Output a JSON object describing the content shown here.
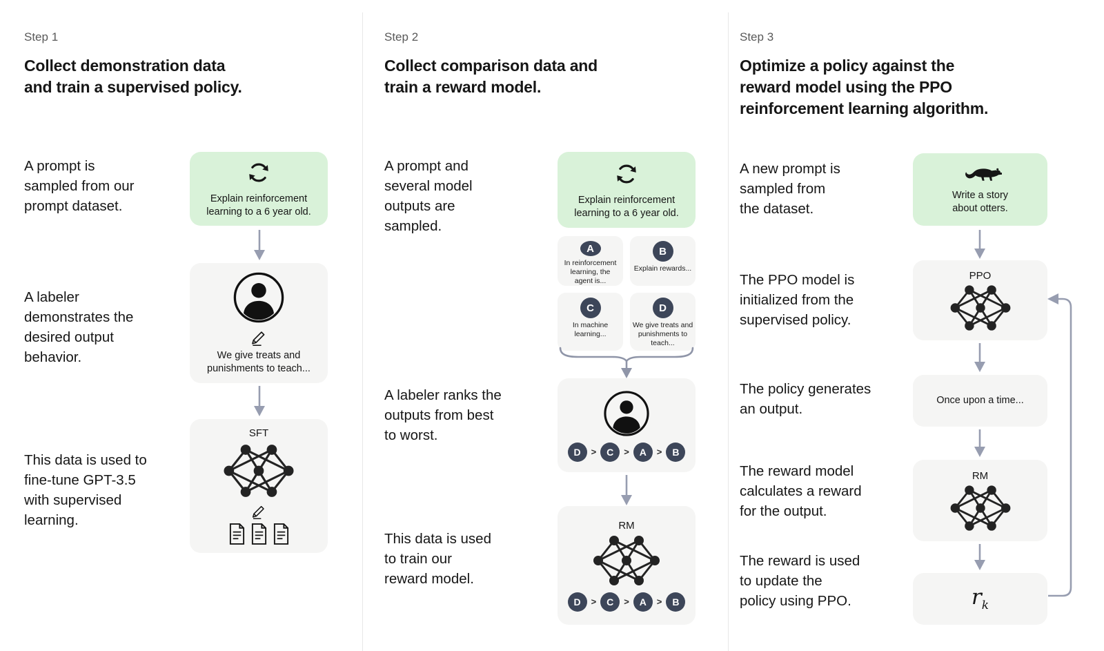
{
  "colors": {
    "prompt_box_bg": "#d9f2d9",
    "card_bg": "#f5f5f4",
    "rank_chip_bg": "#3d4659",
    "arrow": "#979db0",
    "heading_text": "#161616",
    "step_label_text": "#595959"
  },
  "rank_separator": ">",
  "steps": [
    {
      "label": "Step 1",
      "title": "Collect demonstration data\nand train a supervised policy.",
      "captions": [
        "A prompt is\nsampled from our\nprompt dataset.",
        "A labeler\ndemonstrates the\ndesired output\nbehavior.",
        "This data is used to\nfine-tune GPT-3.5\nwith supervised\nlearning."
      ],
      "prompt_box": {
        "icon": "cycle-icon",
        "text": "Explain reinforcement\nlearning to a 6 year old."
      },
      "labeler_box": {
        "icons": [
          "person-icon",
          "pencil-icon"
        ],
        "text": "We give treats and\npunishments to teach..."
      },
      "model_box": {
        "label": "SFT",
        "icons": [
          "network-icon",
          "pencil-icon",
          "documents-icon"
        ]
      }
    },
    {
      "label": "Step 2",
      "title": "Collect comparison data and\ntrain a reward model.",
      "captions": [
        "A prompt and\nseveral model\noutputs are\nsampled.",
        "A labeler ranks the\noutputs from best\nto worst.",
        "This data is used\nto train our\nreward model."
      ],
      "prompt_box": {
        "icon": "cycle-icon",
        "text": "Explain reinforcement\nlearning to a 6 year old."
      },
      "outputs": [
        {
          "id": "A",
          "text": "In reinforcement\nlearning, the\nagent is..."
        },
        {
          "id": "B",
          "text": "Explain rewards..."
        },
        {
          "id": "C",
          "text": "In machine\nlearning..."
        },
        {
          "id": "D",
          "text": "We give treats and\npunishments to\nteach..."
        }
      ],
      "ranking": [
        "D",
        "C",
        "A",
        "B"
      ],
      "model_box": {
        "label": "RM",
        "icons": [
          "network-icon"
        ]
      }
    },
    {
      "label": "Step 3",
      "title": "Optimize a policy against the\nreward model using the PPO\nreinforcement learning algorithm.",
      "captions": [
        "A new prompt is\nsampled from\nthe dataset.",
        "The PPO model is\ninitialized from the\nsupervised policy.",
        "The policy generates\nan output.",
        "The reward model\ncalculates a reward\nfor the output.",
        "The reward is used\nto update the\npolicy using PPO."
      ],
      "prompt_box": {
        "icon": "otter-icon",
        "text": "Write a story\nabout otters."
      },
      "ppo_box": {
        "label": "PPO"
      },
      "output_box": {
        "text": "Once upon a time..."
      },
      "rm_box": {
        "label": "RM"
      },
      "reward_box": {
        "label": "r",
        "subscript": "k"
      }
    }
  ]
}
